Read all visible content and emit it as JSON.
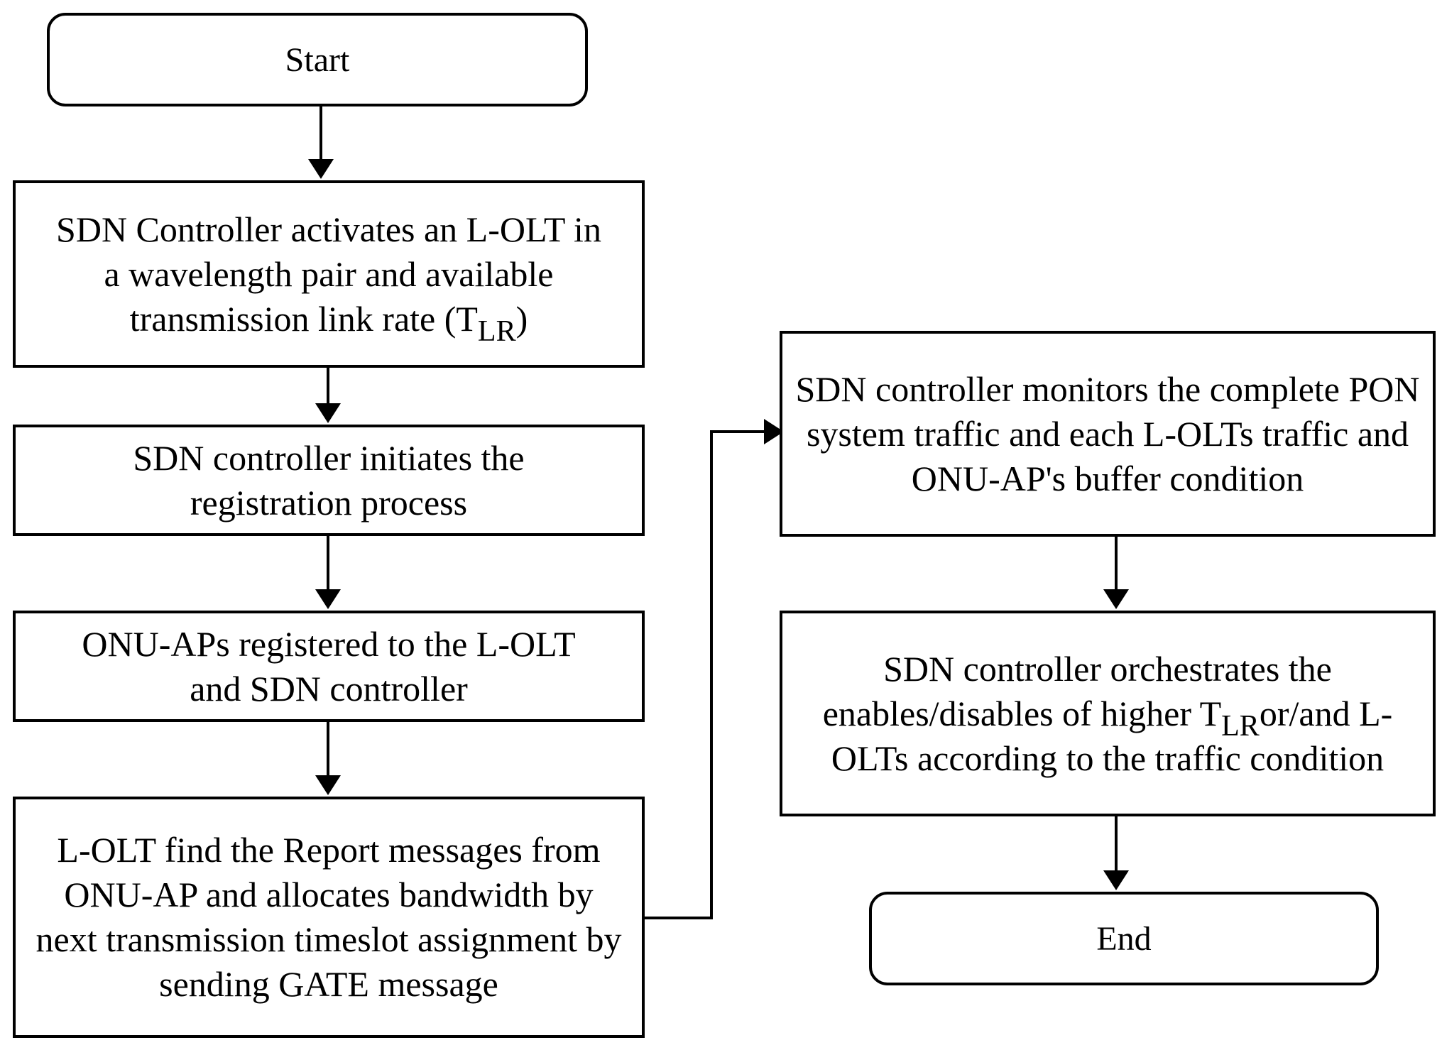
{
  "flowchart": {
    "start": "Start",
    "end": "End",
    "step1": {
      "text": "SDN Controller activates an L-OLT in a wavelength pair and available transmission link rate (T",
      "sub": "LR",
      "suffix": ")"
    },
    "step2": "SDN controller initiates the registration process",
    "step3": "ONU-APs registered to the L-OLT and SDN controller",
    "step4": "L-OLT find the Report messages from ONU-AP and allocates bandwidth by next transmission timeslot assignment by sending GATE message",
    "step5": "SDN controller monitors the complete PON system traffic and each L-OLTs traffic and ONU-AP's buffer condition",
    "step6": {
      "prefix": "SDN controller orchestrates the enables/disables of higher T",
      "sub": "LR",
      "text": "or/and L-OLTs according to the traffic condition"
    }
  }
}
